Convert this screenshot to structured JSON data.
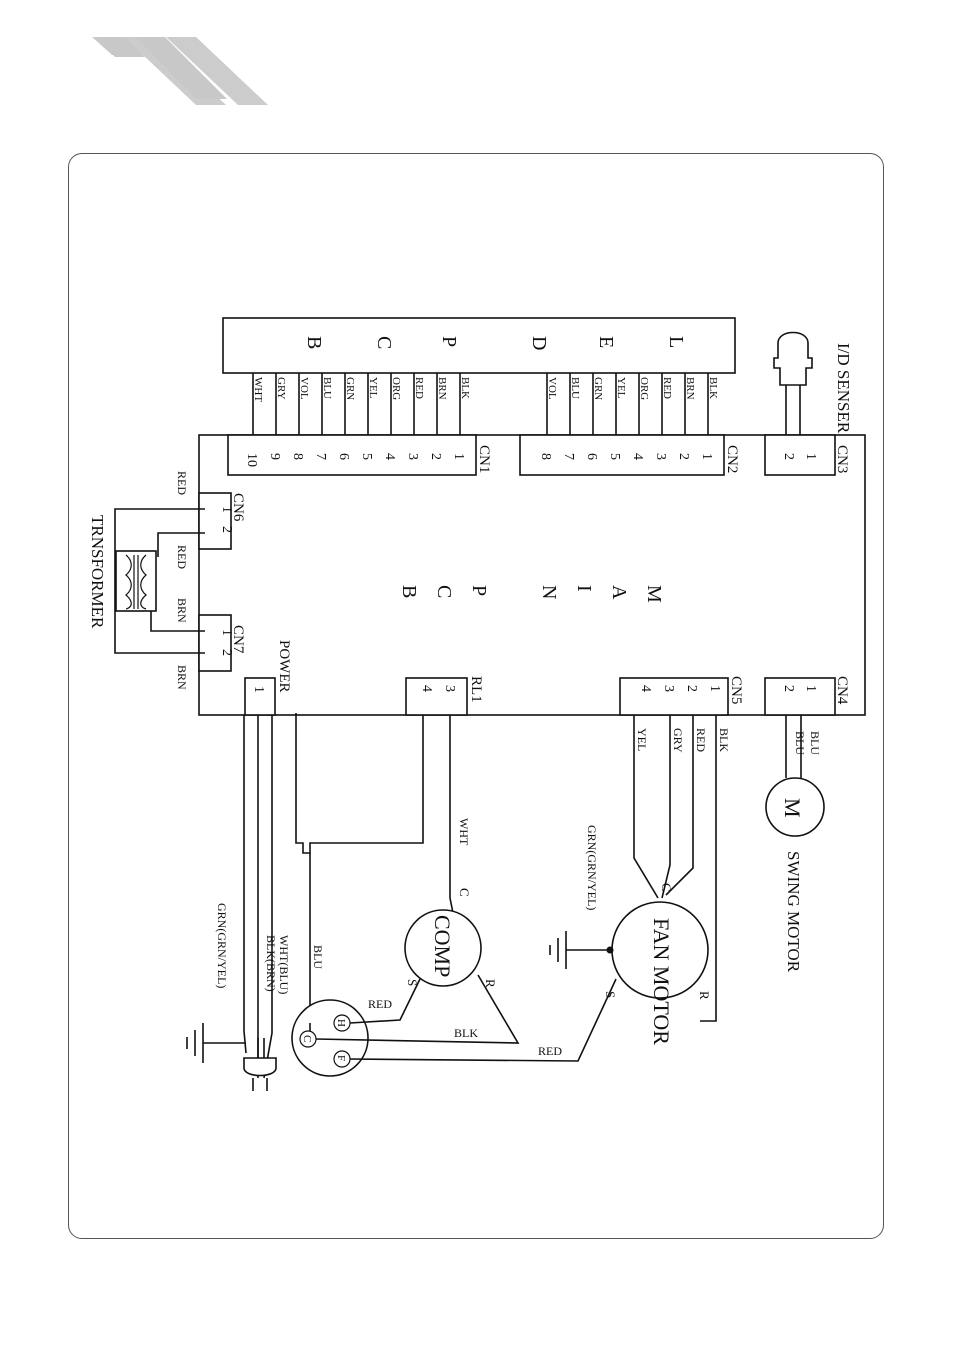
{
  "main_pcb": [
    "M",
    "A",
    "I",
    "N",
    "P",
    "C",
    "B"
  ],
  "display_board": [
    "L",
    "E",
    "D",
    "P",
    "C",
    "B"
  ],
  "cn1": {
    "name": "CN1",
    "pins": [
      "1",
      "2",
      "3",
      "4",
      "5",
      "6",
      "7",
      "8",
      "9",
      "10"
    ],
    "wires": [
      "BLK",
      "BRN",
      "RED",
      "ORG",
      "YEL",
      "GRN",
      "BLU",
      "VOL",
      "GRY",
      "WHT"
    ]
  },
  "cn2": {
    "name": "CN2",
    "pins": [
      "1",
      "2",
      "3",
      "4",
      "5",
      "6",
      "7",
      "8"
    ],
    "wires": [
      "BLK",
      "BRN",
      "RED",
      "ORG",
      "YEL",
      "GRN",
      "BLU",
      "VOL"
    ]
  },
  "cn3": {
    "name": "CN3",
    "pins": [
      "1",
      "2"
    ]
  },
  "cn4": {
    "name": "CN4",
    "pins": [
      "1",
      "2"
    ]
  },
  "cn5": {
    "name": "CN5",
    "pins": [
      "1",
      "2",
      "3",
      "4"
    ]
  },
  "cn6": {
    "name": "CN6",
    "pins": [
      "1",
      "2"
    ]
  },
  "cn7": {
    "name": "CN7",
    "pins": [
      "1",
      "2"
    ]
  },
  "rl1": {
    "name": "RL1",
    "pins": [
      "3",
      "4"
    ]
  },
  "power": {
    "name": "POWER",
    "pin": "1"
  },
  "sensor": {
    "label": "I/D SENSER"
  },
  "swing_motor": {
    "symbol": "M",
    "label": "SWING MOTOR",
    "wires": [
      "BLU",
      "BLU"
    ]
  },
  "fan_motor": {
    "label": "FAN MOTOR",
    "wires": [
      "BLK",
      "RED",
      "GRY",
      "YEL"
    ],
    "ground": "GRN(GRN/YEL)",
    "terminals": [
      "C",
      "R",
      "S"
    ]
  },
  "comp": {
    "label": "COMP",
    "terminals": [
      "C",
      "R",
      "S"
    ],
    "feed": "WHT"
  },
  "overload": {
    "terminals": [
      "H",
      "C",
      "F"
    ]
  },
  "wire_labels": {
    "red1": "RED",
    "blk": "BLK",
    "red2": "RED",
    "blu": "BLU"
  },
  "transformer": {
    "label": "TRNSFORMER",
    "wires": [
      "RED",
      "RED",
      "BRN",
      "BRN"
    ]
  },
  "plug": {
    "wires": [
      "WHT(BLU)",
      "BLK(BRN)"
    ],
    "ground": "GRN(GRN/YEL)"
  }
}
